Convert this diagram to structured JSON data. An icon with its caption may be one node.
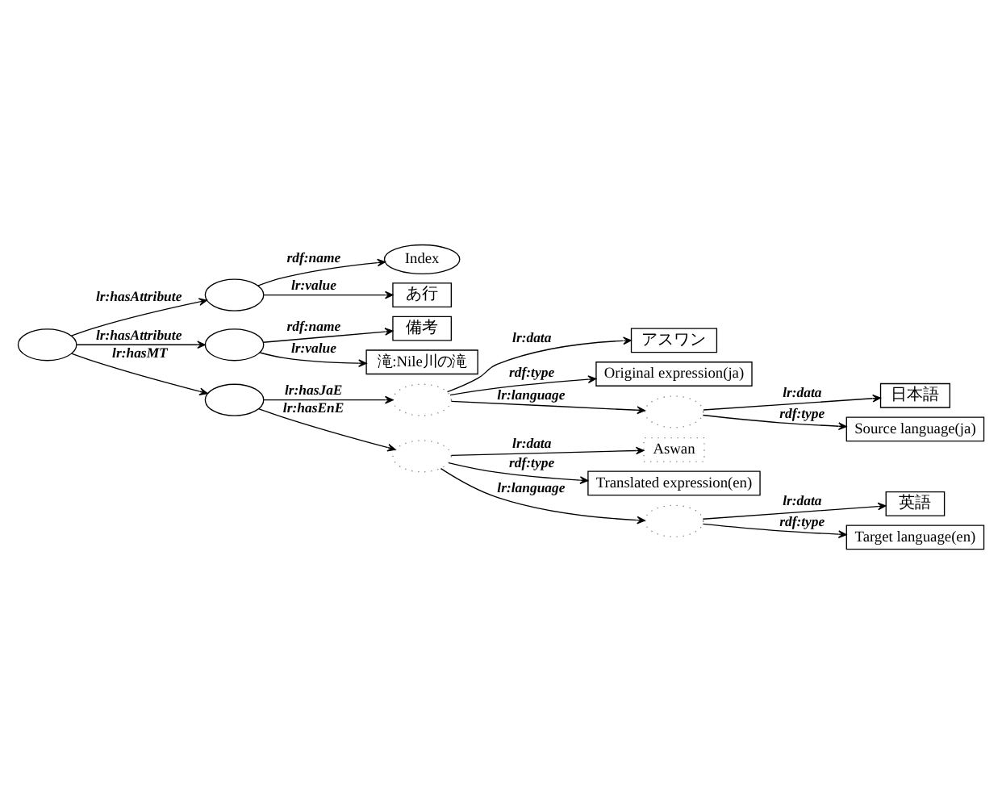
{
  "diagram": {
    "nodes": [
      {
        "text": [],
        "shape": "ellipse"
      },
      {
        "text": [],
        "shape": "ellipse"
      },
      {
        "text": [
          "Index"
        ]
      },
      {
        "text": [
          "あ行"
        ]
      },
      {
        "text": [],
        "shape": "ellipse"
      },
      {
        "text": [
          "備考"
        ]
      },
      {
        "text": [
          "滝:Nile川の滝"
        ]
      },
      {
        "text": [],
        "shape": "ellipse"
      },
      {
        "text": [],
        "shape": "ellipse"
      },
      {
        "text": [
          "アスワン"
        ]
      },
      {
        "text": [
          "Original expression(ja)"
        ]
      },
      {
        "text": [],
        "shape": "ellipse"
      },
      {
        "text": [
          "日本語"
        ]
      },
      {
        "text": [
          "Source language(ja)"
        ]
      },
      {
        "text": [],
        "shape": "ellipse"
      },
      {
        "text": [
          "Aswan"
        ]
      },
      {
        "text": [
          "Translated expression(en)"
        ]
      },
      {
        "text": [],
        "shape": "ellipse"
      },
      {
        "text": [
          "英語"
        ]
      },
      {
        "text": [
          "Target language(en)"
        ]
      }
    ],
    "edges": [
      {
        "from": 0,
        "to": 1,
        "arrow": "to",
        "label": "lr:hasAttribute"
      },
      {
        "from": 0,
        "to": 4,
        "arrow": "to",
        "label": "lr:hasAttribute"
      },
      {
        "from": 0,
        "to": 7,
        "arrow": "to",
        "label": "lr:hasMT"
      },
      {
        "from": 1,
        "to": 2,
        "arrow": "to",
        "label": "rdf:name"
      },
      {
        "from": 1,
        "to": 3,
        "arrow": "to",
        "label": "lr:value"
      },
      {
        "from": 4,
        "to": 5,
        "arrow": "to",
        "label": "rdf:name"
      },
      {
        "from": 4,
        "to": 6,
        "arrow": "to",
        "label": "lr:value"
      },
      {
        "from": 7,
        "to": 8,
        "arrow": "to",
        "label": "lr:hasJaE"
      },
      {
        "from": 7,
        "to": 14,
        "arrow": "to",
        "label": "lr:hasEnE"
      },
      {
        "from": 8,
        "to": 9,
        "arrow": "to",
        "label": "lr:data"
      },
      {
        "from": 8,
        "to": 10,
        "arrow": "to",
        "label": "rdf:type"
      },
      {
        "from": 8,
        "to": 11,
        "arrow": "to",
        "label": "lr:language"
      },
      {
        "from": 11,
        "to": 12,
        "arrow": "to",
        "label": "lr:data"
      },
      {
        "from": 11,
        "to": 13,
        "arrow": "to",
        "label": "rdf:type"
      },
      {
        "from": 14,
        "to": 15,
        "arrow": "to",
        "label": "lr:data"
      },
      {
        "from": 14,
        "to": 16,
        "arrow": "to",
        "label": "rdf:type"
      },
      {
        "from": 14,
        "to": 17,
        "arrow": "to",
        "label": "lr:language"
      },
      {
        "from": 17,
        "to": 18,
        "arrow": "to",
        "label": "lr:data"
      },
      {
        "from": 17,
        "to": 19,
        "arrow": "to",
        "label": "rdf:type"
      }
    ]
  }
}
